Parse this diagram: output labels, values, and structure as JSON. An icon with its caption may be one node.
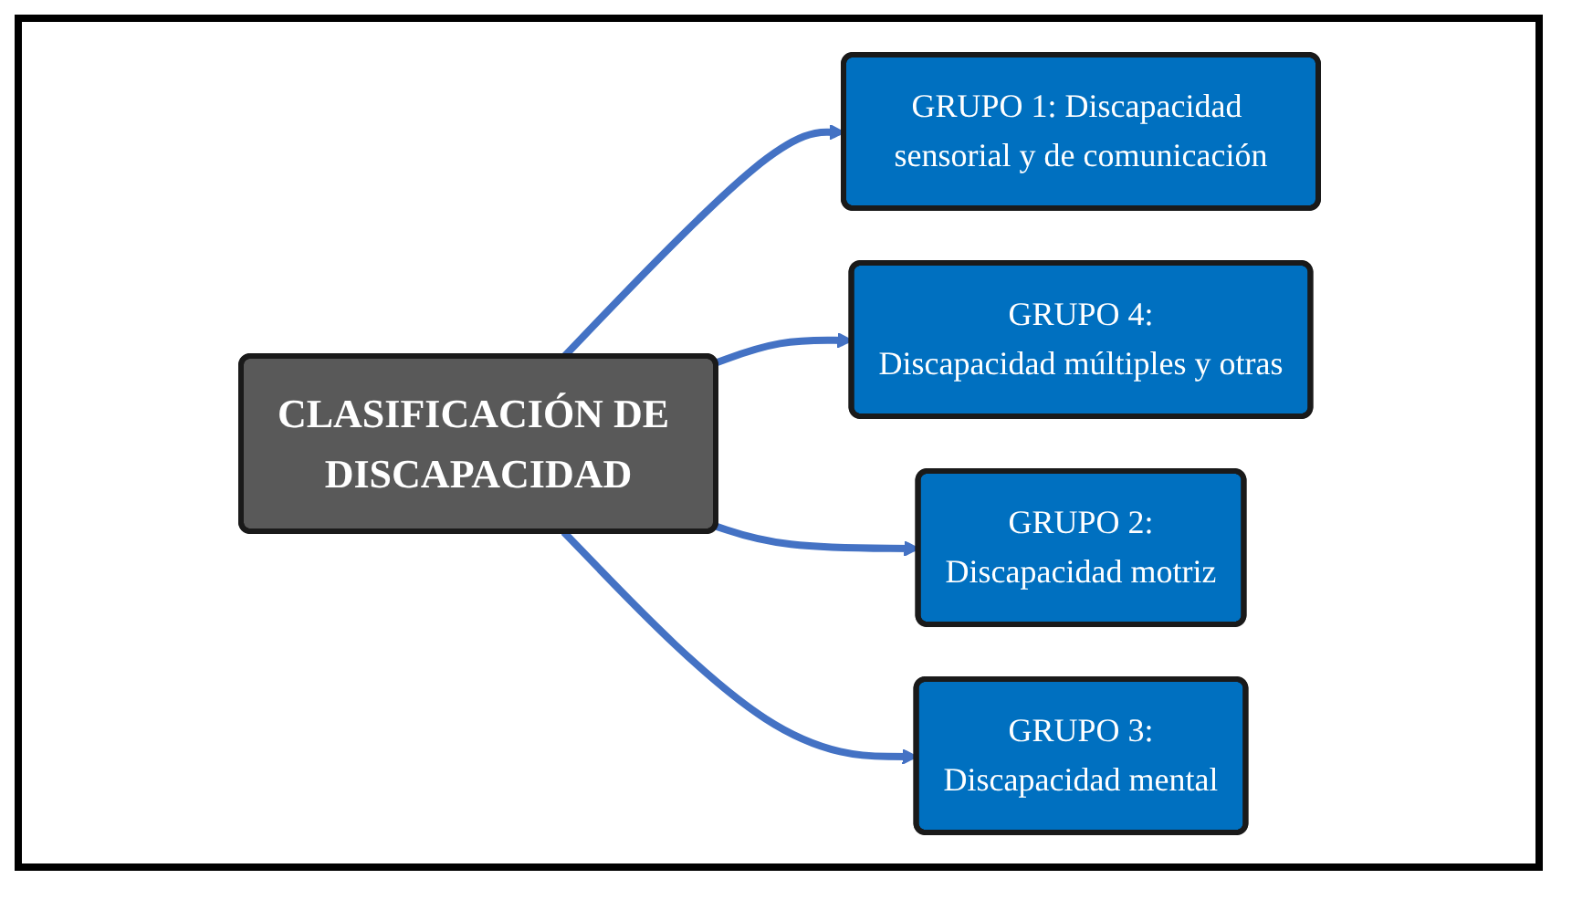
{
  "diagram": {
    "nodes": [
      {
        "text": [
          "GRUPO 1: Discapacidad sensorial y de comunicación"
        ]
      },
      {
        "text": [
          "GRUPO 4:",
          "Discapacidad múltiples y otras"
        ]
      },
      {
        "text": [
          "CLASIFICACIÓN DE DISCAPACIDAD"
        ]
      },
      {
        "text": [
          "GRUPO 2:",
          "Discapacidad motriz"
        ]
      },
      {
        "text": [
          "GRUPO 3:",
          "Discapacidad mental"
        ]
      }
    ],
    "edges": [
      {
        "from": 2,
        "to": 0,
        "arrow": "to"
      },
      {
        "from": 2,
        "to": 1,
        "arrow": "to"
      },
      {
        "from": 2,
        "to": 3,
        "arrow": "to"
      },
      {
        "from": 2,
        "to": 4,
        "arrow": "to"
      }
    ]
  }
}
